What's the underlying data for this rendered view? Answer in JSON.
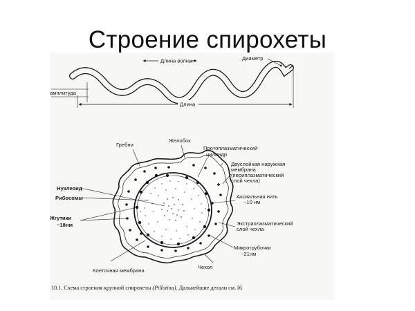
{
  "slide": {
    "title": "Строение спирохеты"
  },
  "figure": {
    "top_labels": {
      "wavelength": "Длина волны",
      "diameter": "Диаметр",
      "amplitude": "амплитуда",
      "length": "Длина"
    },
    "section_labels": {
      "ridges": "Гребни",
      "groove": "Желобок",
      "protoplasmic_cylinder_1": "Протоплазматический",
      "protoplasmic_cylinder_2": "цилиндр",
      "outer_membrane_1": "Двуслойная наружная",
      "outer_membrane_2": "мембрана",
      "outer_membrane_3": "(периплазматический",
      "outer_membrane_4": "слой чехла)",
      "nucleoid": "Нуклеоид",
      "ribosomes": "Рибосомы",
      "flagella_1": "Жгутики",
      "flagella_2": "~18нм",
      "axial_filament_1": "Аксиальная нить",
      "axial_filament_2": "~10 нм",
      "extraplasmatic_1": "Экстраплазматический",
      "extraplasmatic_2": "слой чехла",
      "microtubules_1": "Микротрубочки",
      "microtubules_2": "~21нм",
      "sheath": "Чехол",
      "cell_membrane": "Клеточная мембрана"
    },
    "caption": {
      "number": "10.1.",
      "text": "Схема строения крупной спирохеты",
      "species": "(Pillotina)",
      "rest": ". Дальнейшие детали см.",
      "ref": "[6"
    }
  }
}
